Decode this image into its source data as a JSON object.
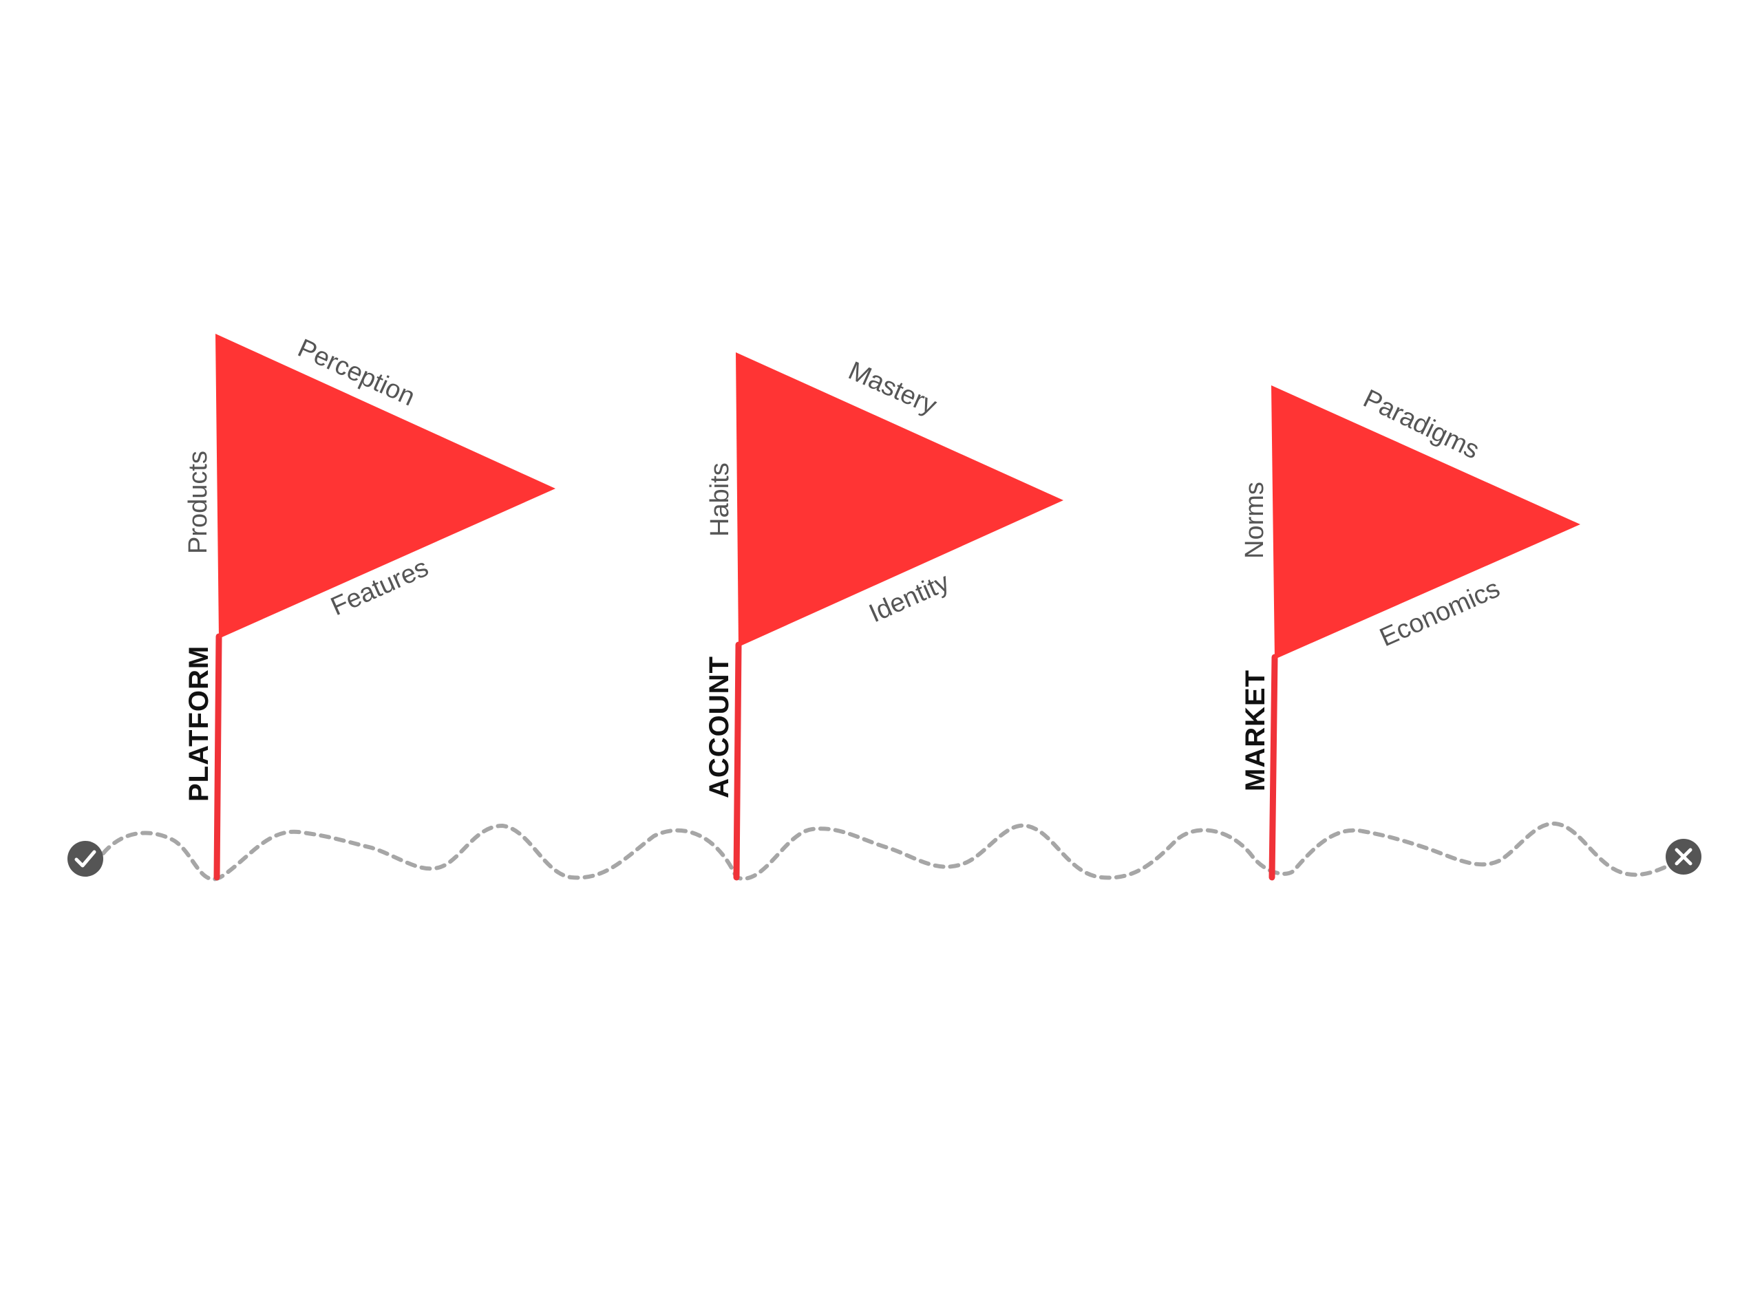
{
  "colors": {
    "flag": "#ff3434",
    "pole": "#f03238",
    "path": "#a6a6a6",
    "marker": "#555555"
  },
  "start_marker": {
    "icon": "check-icon"
  },
  "end_marker": {
    "icon": "close-icon"
  },
  "flags": [
    {
      "name": "PLATFORM",
      "left": "Products",
      "top": "Perception",
      "bottom": "Features"
    },
    {
      "name": "ACCOUNT",
      "left": "Habits",
      "top": "Mastery",
      "bottom": "Identity"
    },
    {
      "name": "MARKET",
      "left": "Norms",
      "top": "Paradigms",
      "bottom": "Economics"
    }
  ]
}
